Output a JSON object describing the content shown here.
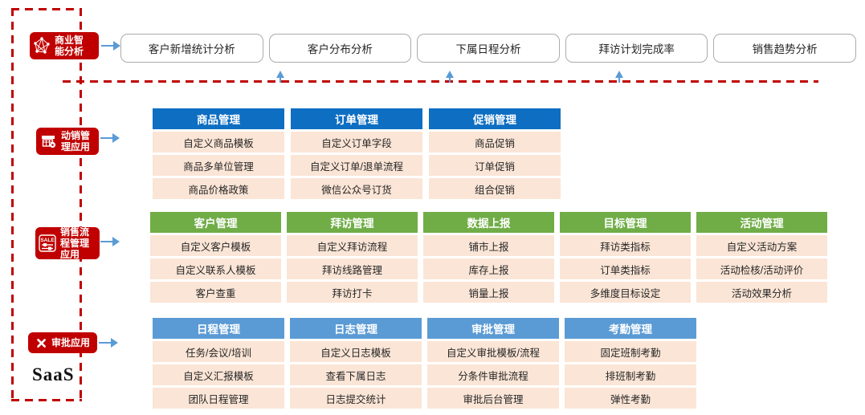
{
  "saas_label": "SaaS",
  "colors": {
    "brand_red": "#C00000",
    "header_dark_blue": "#0E6EC2",
    "header_green": "#70AD47",
    "header_light_blue": "#5B9BD5",
    "cell_peach": "#FBE5D6",
    "arrow_blue": "#5B9BD5",
    "bi_box_border": "#ABABAB"
  },
  "left_labels": [
    {
      "name": "商业智能分析",
      "icon": "network-analysis-icon"
    },
    {
      "name": "动销管理应用",
      "icon": "store-gear-icon"
    },
    {
      "name": "销售流程管理应用",
      "icon": "sale-sliders-icon"
    },
    {
      "name": "审批应用",
      "icon": "crossed-tools-icon"
    }
  ],
  "bi_boxes": [
    "客户新增统计分析",
    "客户分布分析",
    "下属日程分析",
    "拜访计划完成率",
    "销售趋势分析"
  ],
  "groups": [
    {
      "title": "动销管理应用",
      "header_color": "#0E6EC2",
      "columns": [
        {
          "header": "商品管理",
          "items": [
            "自定义商品模板",
            "商品多单位管理",
            "商品价格政策"
          ]
        },
        {
          "header": "订单管理",
          "items": [
            "自定义订单字段",
            "自定义订单/退单流程",
            "微信公众号订货"
          ]
        },
        {
          "header": "促销管理",
          "items": [
            "商品促销",
            "订单促销",
            "组合促销"
          ]
        }
      ]
    },
    {
      "title": "销售流程管理应用",
      "header_color": "#70AD47",
      "columns": [
        {
          "header": "客户管理",
          "items": [
            "自定义客户模板",
            "自定义联系人模板",
            "客户查重"
          ]
        },
        {
          "header": "拜访管理",
          "items": [
            "自定义拜访流程",
            "拜访线路管理",
            "拜访打卡"
          ]
        },
        {
          "header": "数据上报",
          "items": [
            "铺市上报",
            "库存上报",
            "销量上报"
          ]
        },
        {
          "header": "目标管理",
          "items": [
            "拜访类指标",
            "订单类指标",
            "多维度目标设定"
          ]
        },
        {
          "header": "活动管理",
          "items": [
            "自定义活动方案",
            "活动检核/活动评价",
            "活动效果分析"
          ]
        }
      ]
    },
    {
      "title": "审批应用",
      "header_color": "#5B9BD5",
      "columns": [
        {
          "header": "日程管理",
          "items": [
            "任务/会议/培训",
            "自定义汇报模板",
            "团队日程管理"
          ]
        },
        {
          "header": "日志管理",
          "items": [
            "自定义日志模板",
            "查看下属日志",
            "日志提交统计"
          ]
        },
        {
          "header": "审批管理",
          "items": [
            "自定义审批模板/流程",
            "分条件审批流程",
            "审批后台管理"
          ]
        },
        {
          "header": "考勤管理",
          "items": [
            "固定班制考勤",
            "排班制考勤",
            "弹性考勤"
          ]
        }
      ]
    }
  ]
}
